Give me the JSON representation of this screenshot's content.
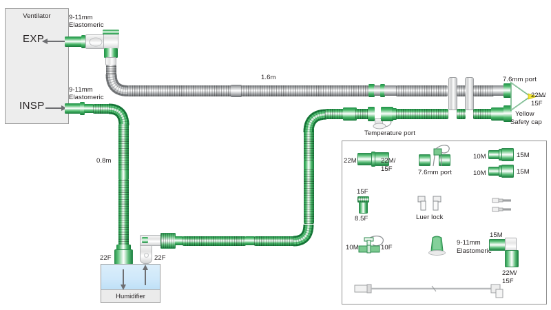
{
  "diagram": {
    "title": "Ventilator breathing circuit with humidifier",
    "colors": {
      "green_tube": "#3aa85e",
      "grey_tube": "#8e9194",
      "panel_border": "#8f8f8f",
      "box_fill": "#ededed",
      "water": "#cfe8fa",
      "arrow": "#6d6e71",
      "yellow_cap": "#f2e530"
    }
  },
  "ventilator": {
    "title": "Ventilator",
    "ports": [
      {
        "name": "EXP",
        "arrow": "left"
      },
      {
        "name": "INSP",
        "arrow": "right"
      }
    ]
  },
  "circuit_labels": {
    "exp_elastomeric_line1": "9-11mm",
    "exp_elastomeric_line2": "Elastomeric",
    "insp_elastomeric_line1": "9-11mm",
    "insp_elastomeric_line2": "Elastomeric",
    "length_horizontal": "1.6m",
    "length_vertical": "0.8m",
    "temperature_port": "Temperature port",
    "port_76mm": "7.6mm port",
    "wye_size_line1": "22M/",
    "wye_size_line2": "15F",
    "safety_cap_line1": "Yellow",
    "safety_cap_line2": "Safety cap",
    "humidifier_inlet": "22F",
    "humidifier_outlet": "22F"
  },
  "humidifier": {
    "label": "Humidifier",
    "flow_in": "down",
    "flow_out": "up"
  },
  "legend": {
    "items": [
      {
        "id": "straight-connector",
        "left_label": "22M",
        "right_label_line1": "22M/",
        "right_label_line2": "15F"
      },
      {
        "id": "port-76mm",
        "caption": "7.6mm port"
      },
      {
        "id": "adapter-10m-15m-upper",
        "left_label": "10M",
        "right_label": "15M"
      },
      {
        "id": "adapter-10m-15m-lower",
        "left_label": "10M",
        "right_label": "15M"
      },
      {
        "id": "reducer-15f-85f",
        "top_label": "15F",
        "bottom_label": "8.5F"
      },
      {
        "id": "luer-lock",
        "caption": "Luer lock"
      },
      {
        "id": "small-connector-pair",
        "caption": ""
      },
      {
        "id": "valve-10m-10f",
        "left_label": "10M",
        "right_label": "10F"
      },
      {
        "id": "elastomeric-plug",
        "caption_line1": "9-11mm",
        "caption_line2": "Elastomeric"
      },
      {
        "id": "elbow-15m-22m-15f",
        "top_label": "15M",
        "bottom_label_line1": "22M/",
        "bottom_label_line2": "15F"
      },
      {
        "id": "pressure-line",
        "caption": ""
      }
    ]
  }
}
